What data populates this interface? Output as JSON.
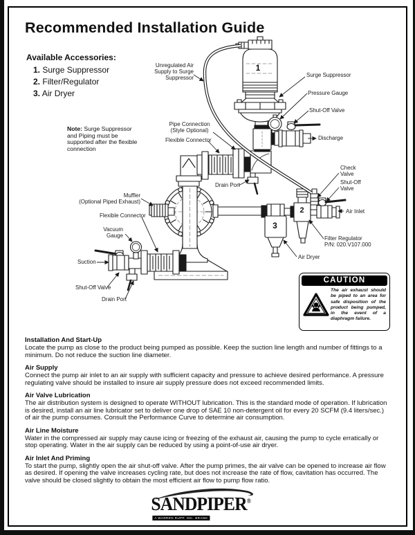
{
  "header": {
    "title": "Recommended Installation Guide"
  },
  "accessories": {
    "heading": "Available Accessories:",
    "items": [
      {
        "num": "1.",
        "name": "Surge Suppressor"
      },
      {
        "num": "2.",
        "name": "Filter/Regulator"
      },
      {
        "num": "3.",
        "name": "Air Dryer"
      }
    ]
  },
  "note": {
    "label": "Note:",
    "text": "Surge Suppressor and Piping must be supported after the flexible connection"
  },
  "diagram": {
    "labels": {
      "unregulated_air": "Unregulated Air\nSupply to Surge\nSuppressor",
      "surge_suppressor": "Surge Suppressor",
      "pressure_gauge": "Pressure Gauge",
      "shut_off_valve_top": "Shut-Off Valve",
      "discharge": "Discharge",
      "pipe_connection": "Pipe Connection\n(Style Optional)",
      "flexible_connector_top": "Flexible Connector",
      "drain_port_top": "Drain Port",
      "muffler": "Muffler\n(Optional Piped Exhaust)",
      "flexible_connector_left": "Flexible Connector",
      "vacuum_gauge": "Vacuum\nGauge",
      "suction": "Suction",
      "shut_off_valve_left": "Shut-Off Valve",
      "drain_port_bottom": "Drain Port",
      "check_valve": "Check\nValve",
      "shut_off_valve_right": "Shut-Off\nValve",
      "air_inlet": "Air Inlet",
      "filter_regulator": "Filter Regulator\nP/N: 020.V107.000",
      "air_dryer": "Air Dryer"
    },
    "callouts": {
      "surge_suppressor": "1",
      "filter_regulator": "2",
      "air_dryer": "3"
    }
  },
  "caution": {
    "title": "CAUTION",
    "text": "The air exhaust should be piped to an area for safe disposition of the product being pumped, in the event of a diaphragm failure."
  },
  "sections": [
    {
      "heading": "Installation And Start-Up",
      "body": "Locate the pump as close to the product being pumped as possible. Keep the suction line length and number of fittings to a minimum. Do not reduce the suction line diameter."
    },
    {
      "heading": "Air Supply",
      "body": "Connect the pump air inlet to an air supply with sufficient capacity and pressure to achieve desired performance. A pressure regulating valve should be installed to insure air supply pressure does not exceed recommended limits."
    },
    {
      "heading": "Air Valve Lubrication",
      "body": "The air distribution system is designed to operate WITHOUT lubrication. This is the standard mode of operation. If lubrication is desired, install an air line lubricator set to deliver one drop of SAE 10 non-detergent oil for every 20 SCFM (9.4 liters/sec.) of air the pump consumes. Consult the Performance Curve to determine air consumption."
    },
    {
      "heading": "Air Line Moisture",
      "body": "Water in the compressed air supply may cause icing or freezing of the exhaust air, causing the pump to cycle erratically or stop operating. Water in the air supply can be reduced by using a point-of-use air dryer."
    },
    {
      "heading": "Air Inlet And Priming",
      "body": "To start the pump, slightly open the air shut-off valve. After the pump primes, the air valve can be opened to increase air flow as desired. If opening the valve increases cycling rate, but does not increase the rate of flow, cavitation has occurred. The valve should be closed slightly to obtain the most efficient air flow to pump flow ratio."
    }
  ],
  "footer": {
    "brand": "SANDPIPER",
    "registered": "®",
    "tagline": "A WARREN RUPP, INC. BRAND"
  }
}
